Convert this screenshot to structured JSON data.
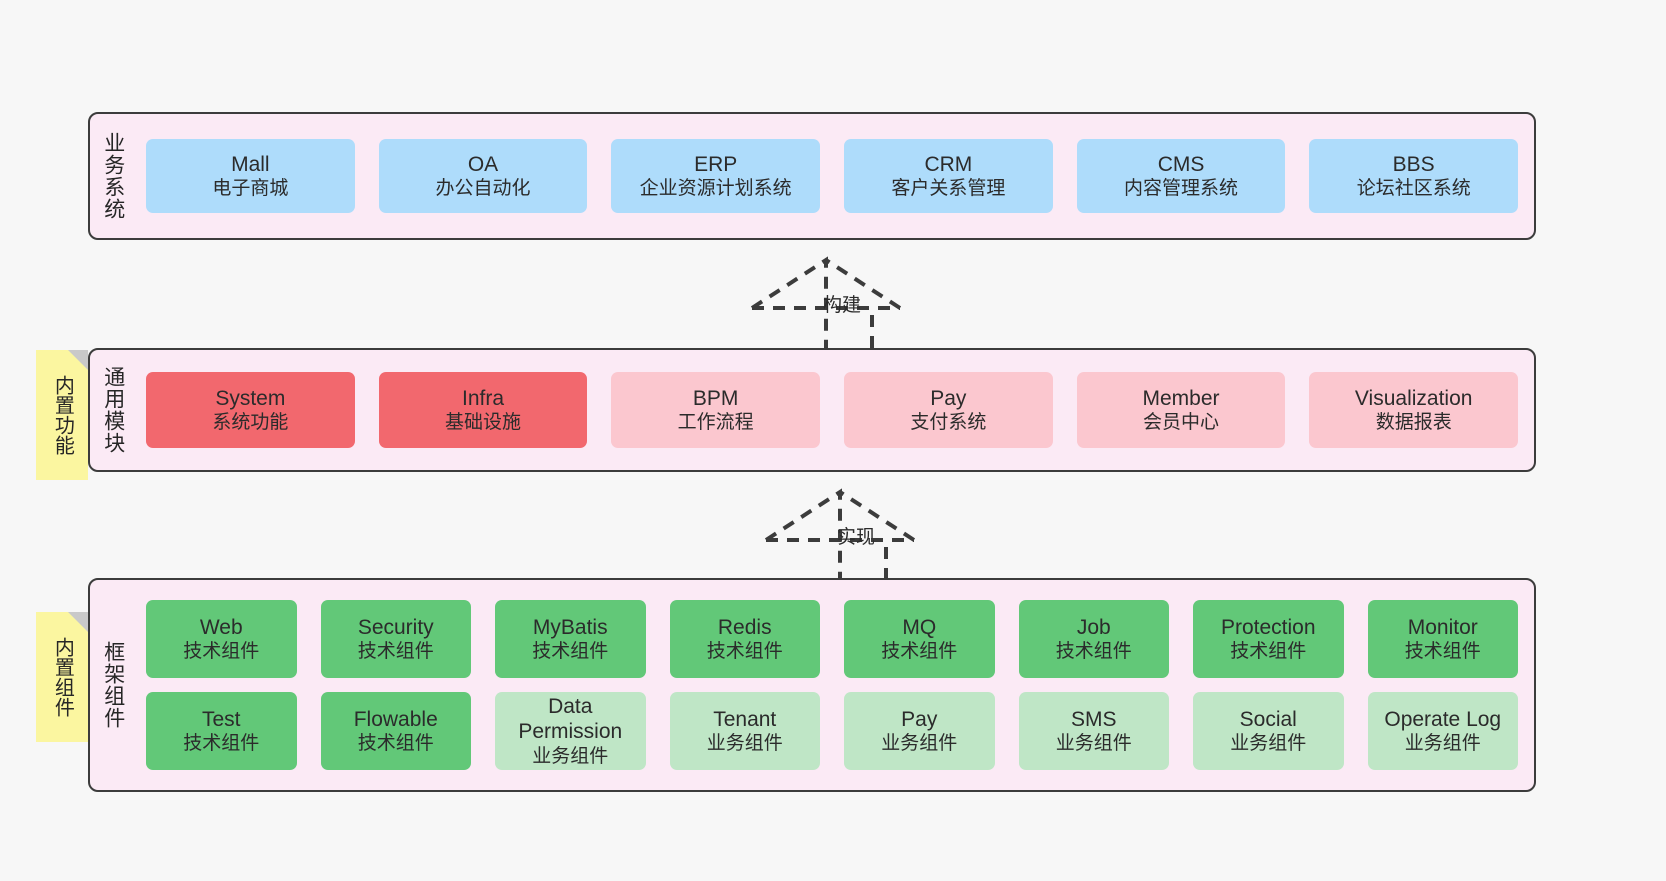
{
  "diagram": {
    "background_color": "#f7f7f7",
    "panel_color": "#fbeaf5",
    "border_color": "#3c3c3c"
  },
  "stickies": [
    {
      "name": "builtin-functions",
      "label": "内置功能",
      "color": "#fbf6a0"
    },
    {
      "name": "builtin-components",
      "label": "内置组件",
      "color": "#fbf6a0"
    }
  ],
  "layers": {
    "business": {
      "title": "业务系统",
      "cards": [
        {
          "title": "Mall",
          "sub": "电子商城",
          "color": "#aedcfb"
        },
        {
          "title": "OA",
          "sub": "办公自动化",
          "color": "#aedcfb"
        },
        {
          "title": "ERP",
          "sub": "企业资源计划系统",
          "color": "#aedcfb"
        },
        {
          "title": "CRM",
          "sub": "客户关系管理",
          "color": "#aedcfb"
        },
        {
          "title": "CMS",
          "sub": "内容管理系统",
          "color": "#aedcfb"
        },
        {
          "title": "BBS",
          "sub": "论坛社区系统",
          "color": "#aedcfb"
        }
      ]
    },
    "common": {
      "title": "通用模块",
      "cards": [
        {
          "title": "System",
          "sub": "系统功能",
          "color": "#f2686e"
        },
        {
          "title": "Infra",
          "sub": "基础设施",
          "color": "#f2686e"
        },
        {
          "title": "BPM",
          "sub": "工作流程",
          "color": "#fbc7cf"
        },
        {
          "title": "Pay",
          "sub": "支付系统",
          "color": "#fbc7cf"
        },
        {
          "title": "Member",
          "sub": "会员中心",
          "color": "#fbc7cf"
        },
        {
          "title": "Visualization",
          "sub": "数据报表",
          "color": "#fbc7cf"
        }
      ]
    },
    "framework": {
      "title": "框架组件",
      "row1": [
        {
          "title": "Web",
          "sub": "技术组件",
          "color": "#62c878"
        },
        {
          "title": "Security",
          "sub": "技术组件",
          "color": "#62c878"
        },
        {
          "title": "MyBatis",
          "sub": "技术组件",
          "color": "#62c878"
        },
        {
          "title": "Redis",
          "sub": "技术组件",
          "color": "#62c878"
        },
        {
          "title": "MQ",
          "sub": "技术组件",
          "color": "#62c878"
        },
        {
          "title": "Job",
          "sub": "技术组件",
          "color": "#62c878"
        },
        {
          "title": "Protection",
          "sub": "技术组件",
          "color": "#62c878"
        },
        {
          "title": "Monitor",
          "sub": "技术组件",
          "color": "#62c878"
        }
      ],
      "row2": [
        {
          "title": "Test",
          "sub": "技术组件",
          "color": "#62c878"
        },
        {
          "title": "Flowable",
          "sub": "技术组件",
          "color": "#62c878"
        },
        {
          "title": "Data Permission",
          "sub": "业务组件",
          "color": "#bfe6c6"
        },
        {
          "title": "Tenant",
          "sub": "业务组件",
          "color": "#bfe6c6"
        },
        {
          "title": "Pay",
          "sub": "业务组件",
          "color": "#bfe6c6"
        },
        {
          "title": "SMS",
          "sub": "业务组件",
          "color": "#bfe6c6"
        },
        {
          "title": "Social",
          "sub": "业务组件",
          "color": "#bfe6c6"
        },
        {
          "title": "Operate Log",
          "sub": "业务组件",
          "color": "#bfe6c6"
        }
      ]
    }
  },
  "connectors": [
    {
      "name": "build",
      "label": "构建",
      "style": "dashed-generalization-up"
    },
    {
      "name": "implement",
      "label": "实现",
      "style": "dashed-generalization-up"
    }
  ]
}
